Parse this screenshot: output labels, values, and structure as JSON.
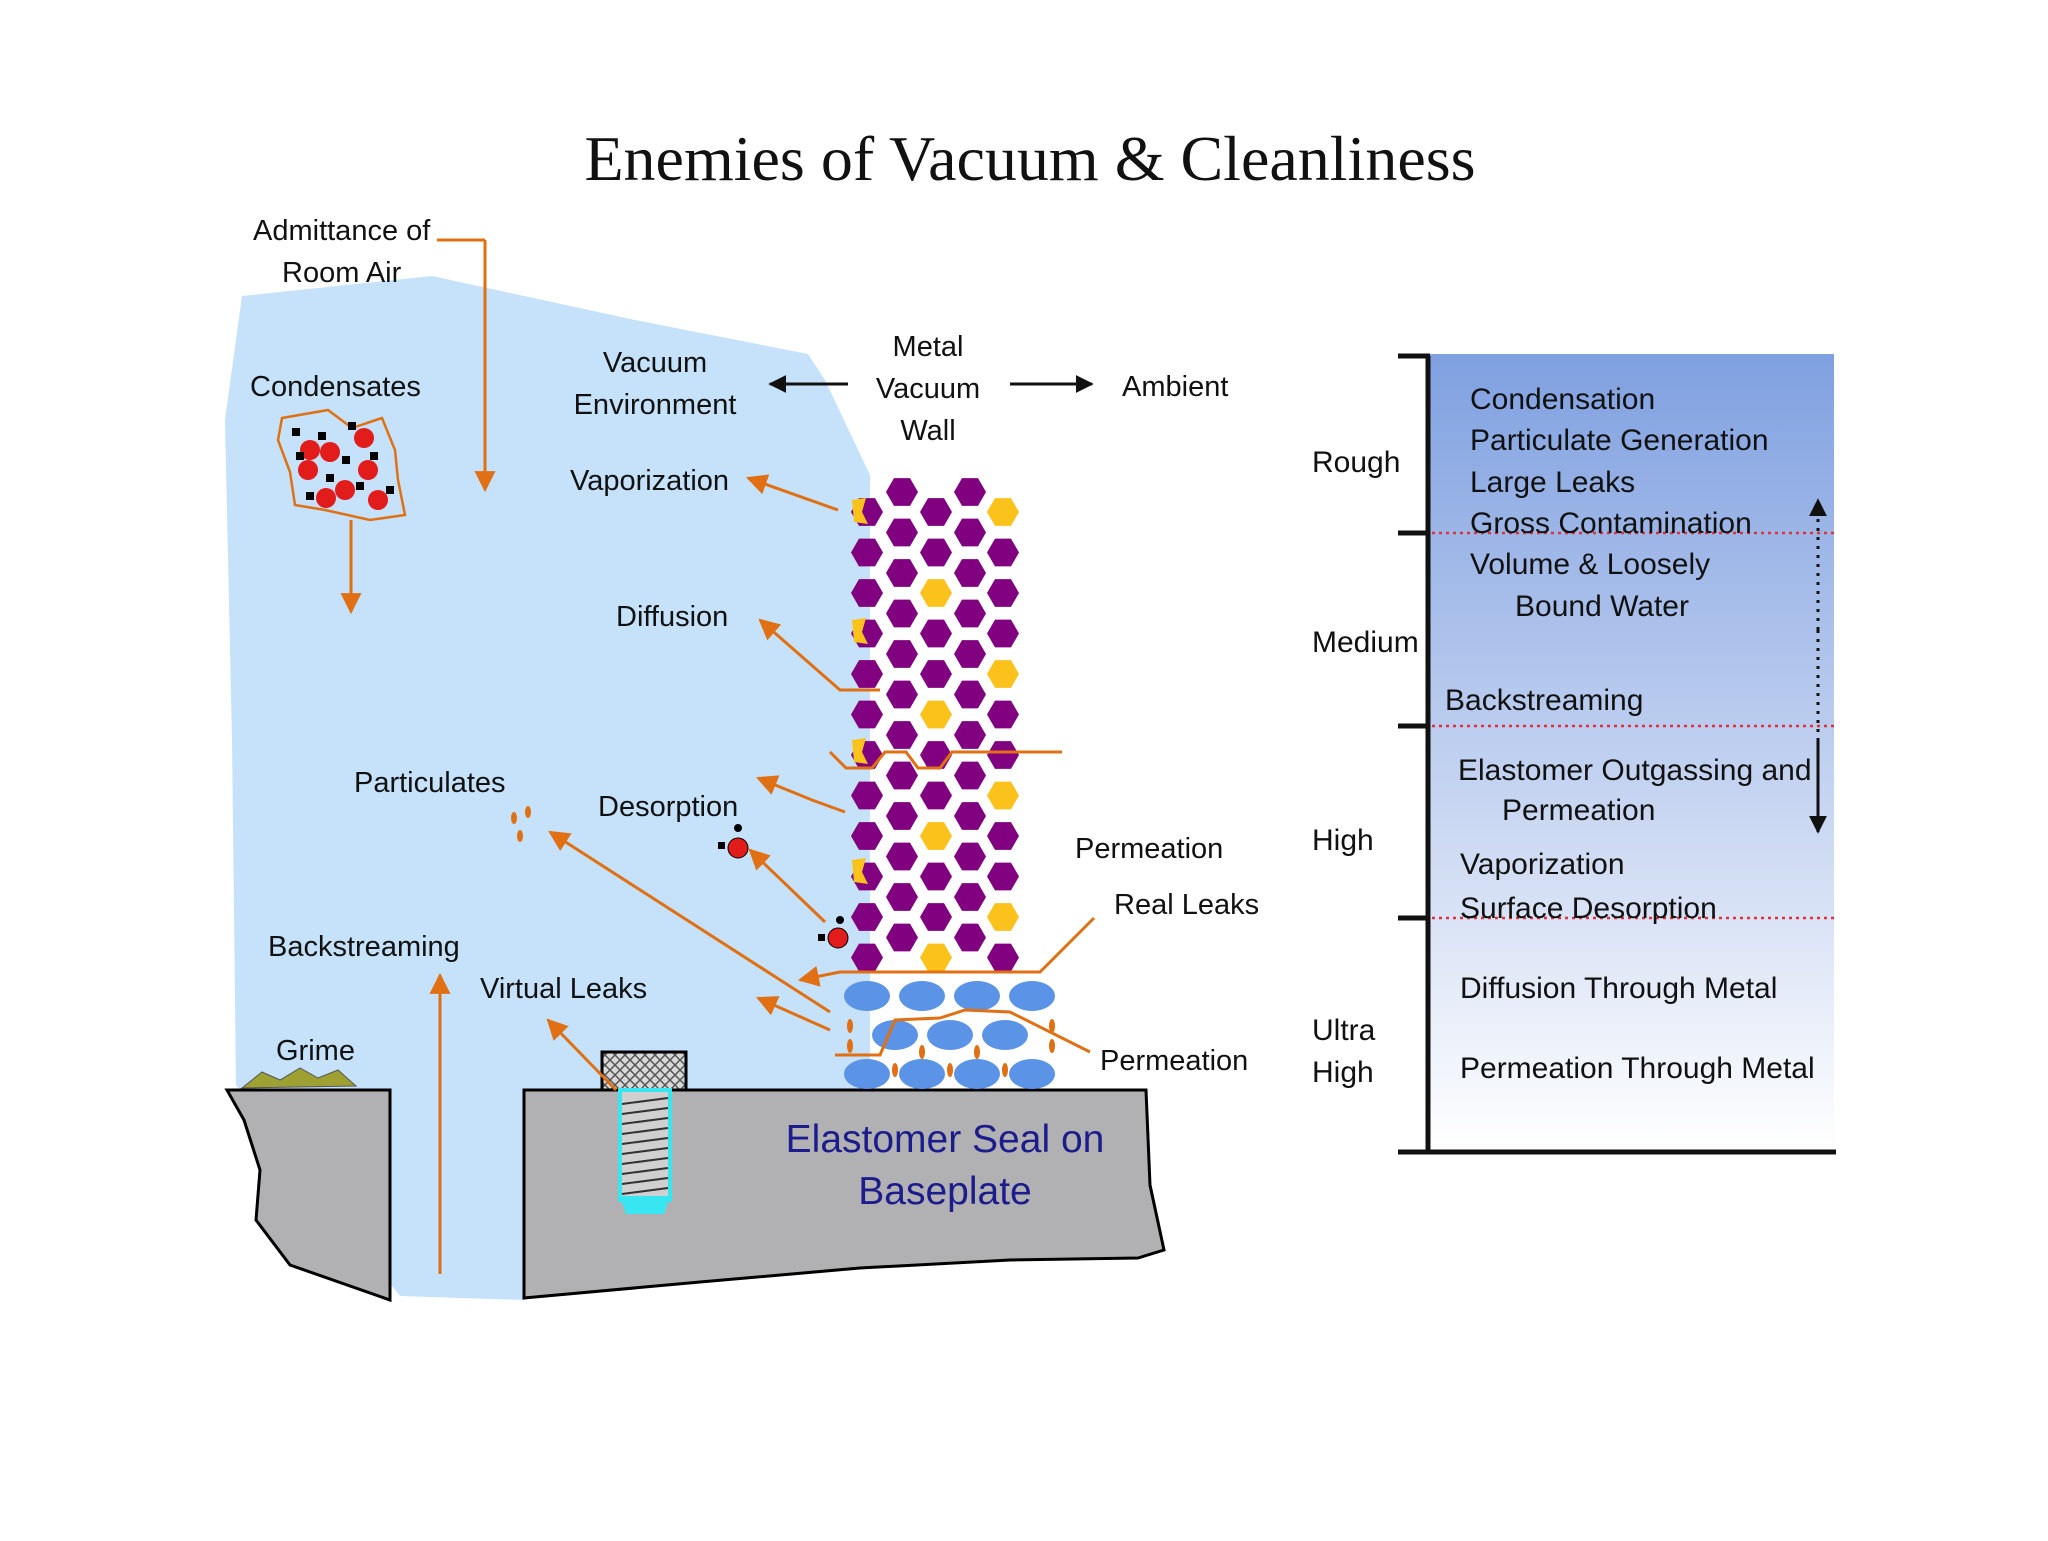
{
  "title": "Enemies of Vacuum & Cleanliness",
  "labels": {
    "admittance_line1": "Admittance of",
    "admittance_line2": "Room Air",
    "condensates": "Condensates",
    "vacuum_env_line1": "Vacuum",
    "vacuum_env_line2": "Environment",
    "metal_line1": "Metal",
    "metal_line2": "Vacuum",
    "metal_line3": "Wall",
    "ambient": "Ambient",
    "vaporization": "Vaporization",
    "diffusion": "Diffusion",
    "particulates": "Particulates",
    "desorption": "Desorption",
    "permeation_wall": "Permeation",
    "real_leaks": "Real Leaks",
    "backstreaming": "Backstreaming",
    "virtual_leaks": "Virtual Leaks",
    "grime": "Grime",
    "permeation_seal": "Permeation",
    "seal_line1": "Elastomer Seal on",
    "seal_line2": "Baseplate"
  },
  "pressure_scale": {
    "levels": [
      {
        "name_line1": "Rough",
        "name_line2": "",
        "items": [
          "Condensation",
          "Particulate Generation",
          "Large Leaks",
          "Gross Contamination"
        ]
      },
      {
        "name_line1": "Medium",
        "name_line2": "",
        "items": [
          "Volume & Loosely",
          "Bound Water",
          "Backstreaming"
        ]
      },
      {
        "name_line1": "High",
        "name_line2": "",
        "items": [
          "Elastomer Outgassing and",
          "Permeation",
          "Vaporization",
          "Surface Desorption"
        ]
      },
      {
        "name_line1": "Ultra",
        "name_line2": "High",
        "items": [
          "Diffusion Through Metal",
          "Permeation Through Metal"
        ]
      }
    ]
  },
  "colors": {
    "vacuum": "#c5e2fa",
    "arrow": "#e07013",
    "metal_atom": "#800080",
    "impurity": "#fcc21c",
    "seal_cell": "#5b93e6",
    "baseplate": "#b1b1b3",
    "grime": "#9ea132",
    "gas_particle": "#e21b1b",
    "bolt_tip": "#37e6f0",
    "seal_text": "#1c1c8c",
    "scale_top": "#7fa0e0",
    "scale_bottom": "#ffffff",
    "divider": "#e0303a"
  }
}
